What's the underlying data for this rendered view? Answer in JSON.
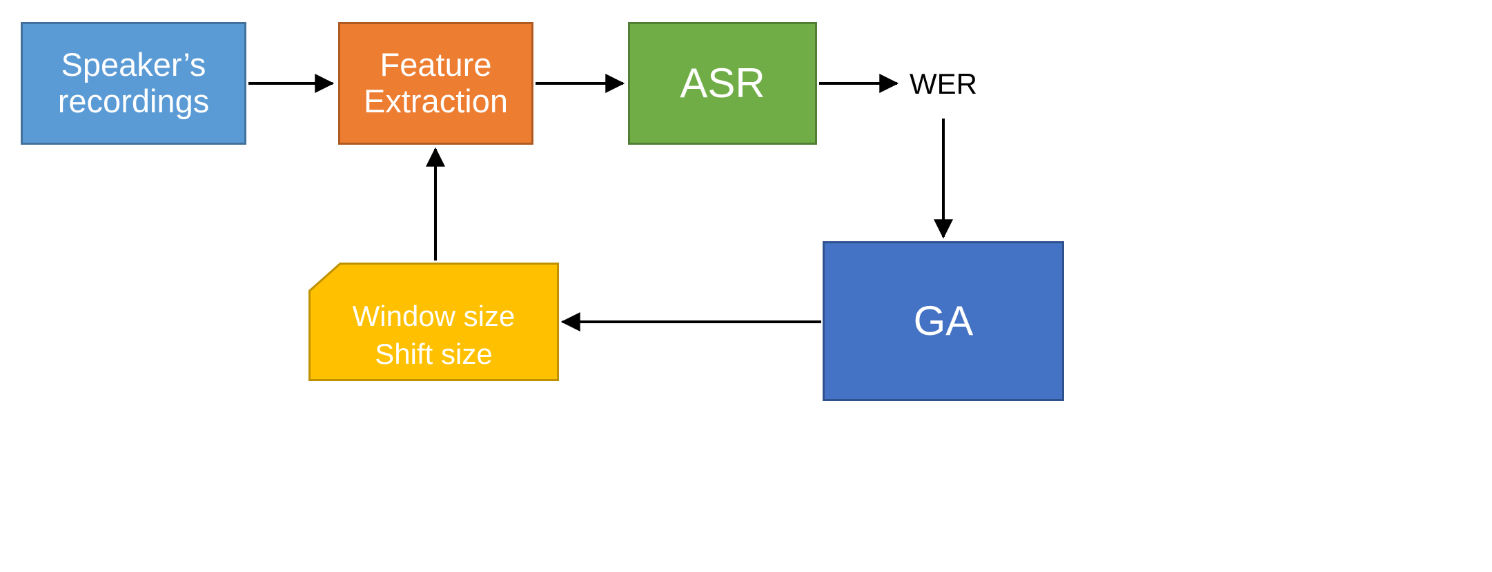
{
  "diagram": {
    "title": "ASR feature-extraction optimization pipeline with genetic algorithm",
    "background_color": "#FFFFFF",
    "nodes": {
      "speaker_recordings": {
        "label": "Speaker’s\nrecordings",
        "shape": "rectangle",
        "fill": "#5B9BD5",
        "stroke": "#41719C",
        "text_color": "#FFFFFF"
      },
      "feature_extraction": {
        "label": "Feature\nExtraction",
        "shape": "rectangle",
        "fill": "#ED7D31",
        "stroke": "#AE5A21",
        "text_color": "#FFFFFF"
      },
      "asr": {
        "label": "ASR",
        "shape": "rectangle",
        "fill": "#70AD47",
        "stroke": "#507E32",
        "text_color": "#FFFFFF"
      },
      "wer": {
        "label": "WER",
        "shape": "text-only",
        "fill": "none",
        "stroke": "none",
        "text_color": "#000000"
      },
      "ga": {
        "label": "GA",
        "shape": "rectangle",
        "fill": "#4472C4",
        "stroke": "#2F528F",
        "text_color": "#FFFFFF"
      },
      "window_shift": {
        "label_line1": "Window size",
        "label_line2": "Shift size",
        "shape": "flag-pentagon",
        "fill": "#FFC000",
        "stroke": "#BF9000",
        "text_color": "#FFFFFF"
      }
    },
    "edges": [
      {
        "id": "edge-recordings-to-features",
        "from": "speaker_recordings",
        "to": "feature_extraction",
        "direction": "right",
        "arrowhead": "end",
        "color": "#000000"
      },
      {
        "id": "edge-features-to-asr",
        "from": "feature_extraction",
        "to": "asr",
        "direction": "right",
        "arrowhead": "end",
        "color": "#000000"
      },
      {
        "id": "edge-asr-to-wer",
        "from": "asr",
        "to": "wer",
        "direction": "right",
        "arrowhead": "end",
        "color": "#000000"
      },
      {
        "id": "edge-wer-to-ga",
        "from": "wer",
        "to": "ga",
        "direction": "down",
        "arrowhead": "end",
        "color": "#000000"
      },
      {
        "id": "edge-ga-to-window-shift",
        "from": "ga",
        "to": "window_shift",
        "direction": "left",
        "arrowhead": "end",
        "color": "#000000"
      },
      {
        "id": "edge-window-shift-to-features",
        "from": "window_shift",
        "to": "feature_extraction",
        "direction": "up",
        "arrowhead": "end",
        "color": "#000000"
      }
    ]
  }
}
